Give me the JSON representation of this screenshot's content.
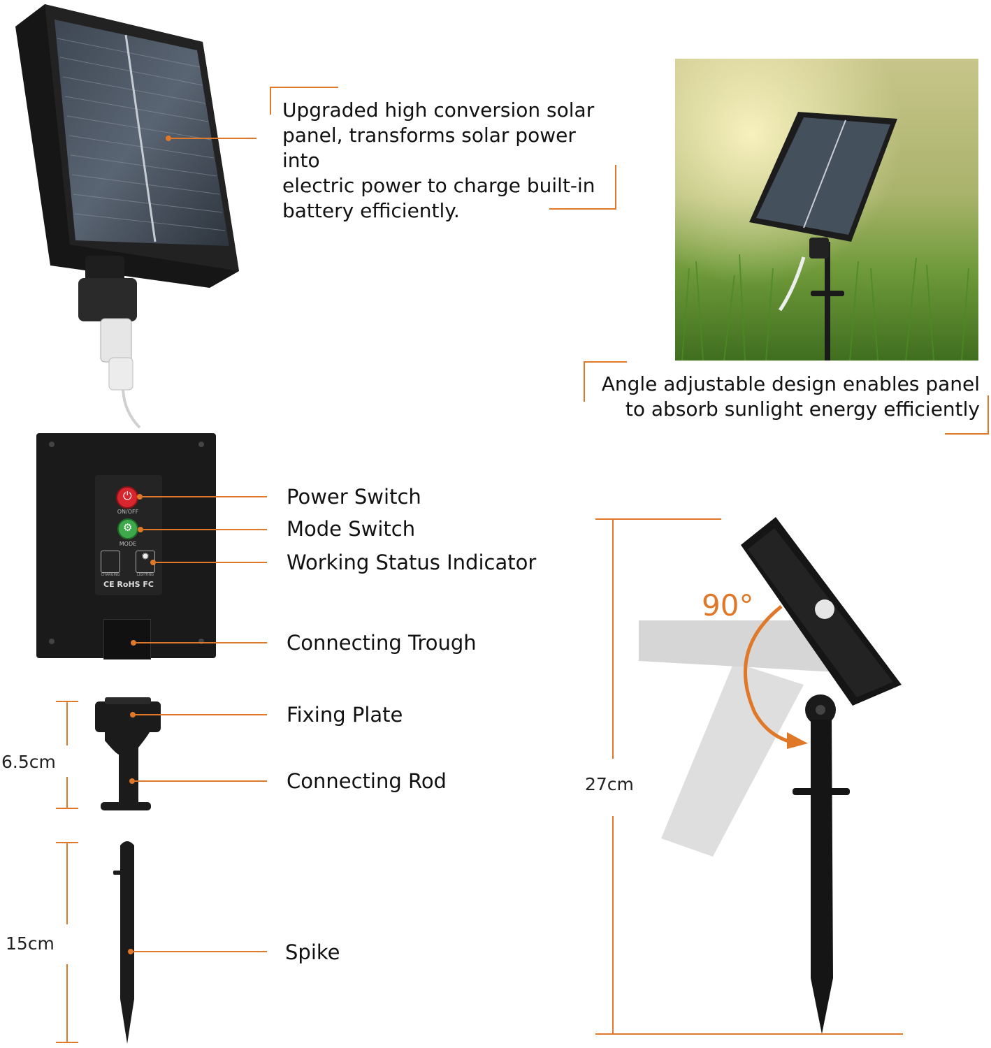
{
  "colors": {
    "accent": "#e0782a",
    "panel": "#1b1b1b",
    "grass": "#6fa83a"
  },
  "callouts": {
    "solar_panel_lines": [
      "Upgraded high conversion solar",
      "panel, transforms solar power into",
      "electric power to charge built-in",
      "battery efficiently."
    ],
    "angle_lines": [
      "Angle adjustable design enables panel",
      "to absorb sunlight energy efficiently"
    ]
  },
  "parts": {
    "power_switch": "Power Switch",
    "mode_switch": "Mode Switch",
    "status_indicator": "Working Status Indicator",
    "connecting_trough": "Connecting Trough",
    "fixing_plate": "Fixing Plate",
    "connecting_rod": "Connecting Rod",
    "spike": "Spike"
  },
  "control_box": {
    "on_off": "ON/OFF",
    "mode": "MODE",
    "charging": "CHARGING",
    "lighting": "LIGHTING",
    "marks": "CE RoHS FC"
  },
  "dimensions": {
    "plate_height": "6.5cm",
    "spike_height": "15cm",
    "total_height": "27cm",
    "rotation": "90°"
  },
  "icons": [
    "power-icon",
    "gear-icon",
    "solar-panel-icon",
    "bulb-icon"
  ]
}
